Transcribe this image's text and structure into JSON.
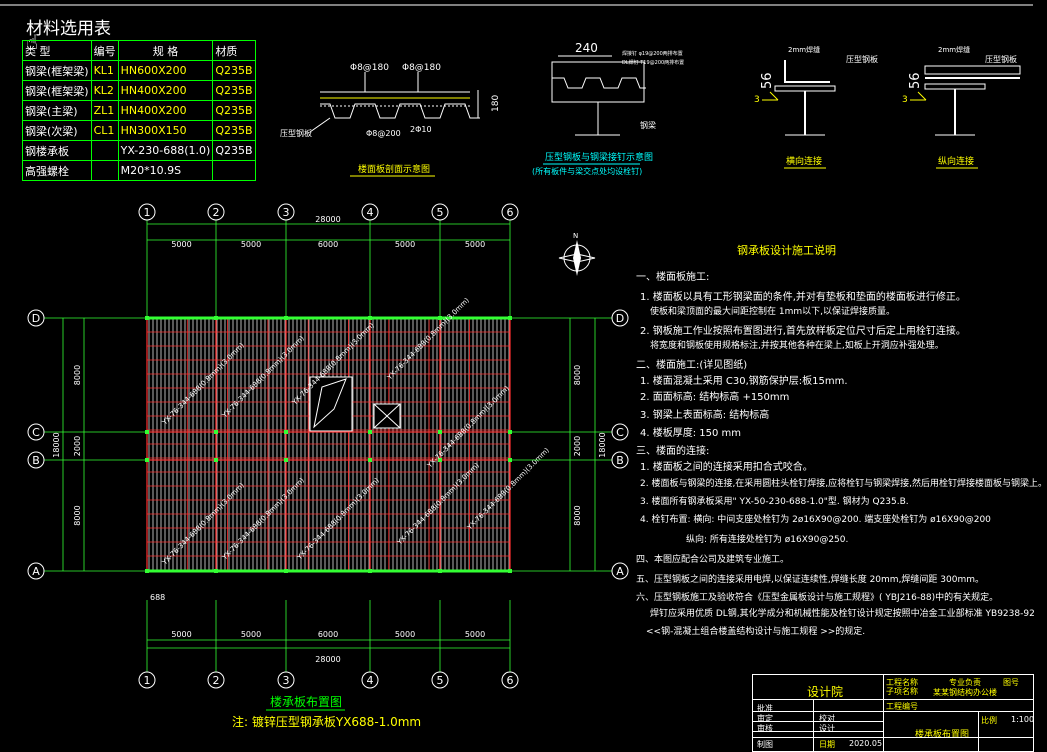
{
  "material_table": {
    "title": "材料选用表",
    "headers": [
      "类 型",
      "编号",
      "规 格",
      "材质"
    ],
    "rows": [
      {
        "type": "钢梁(框架梁)",
        "code": "KL1",
        "spec": "HN600X200",
        "material": "Q235B"
      },
      {
        "type": "钢梁(框架梁)",
        "code": "KL2",
        "spec": "HN400X200",
        "material": "Q235B"
      },
      {
        "type": "钢梁(主梁)",
        "code": "ZL1",
        "spec": "HN400X200",
        "material": "Q235B"
      },
      {
        "type": "钢梁(次梁)",
        "code": "CL1",
        "spec": "HN300X150",
        "material": "Q235B"
      },
      {
        "type": "钢楼承板",
        "code": "",
        "spec": "YX-230-688(1.0)",
        "material": "Q235B"
      },
      {
        "type": "高强螺栓",
        "code": "",
        "spec": "M20*10.9S",
        "material": ""
      }
    ]
  },
  "details": {
    "d1": {
      "rebar1": "Φ8@180",
      "rebar2": "Φ8@180",
      "deck_label": "压型钢板",
      "bottom": "Φ8@200",
      "bottom2": "2Φ10",
      "height": "180",
      "caption": "楼面板剖面示意图"
    },
    "d2": {
      "width": "240",
      "note1": "焊接钉 φ19@200两排布置",
      "note2": "DL焊钉 T19@200两排布置",
      "deck": "钢梁",
      "caption": "压型钢板与钢梁接钉示意图",
      "caption2": "(所有板件与梁交点处均设栓钉)"
    },
    "d3": {
      "weld": "2mm焊缝",
      "deck": "压型钢板",
      "dim1": "56",
      "dim2": "3",
      "caption": "横向连接"
    },
    "d4": {
      "weld": "2mm焊缝",
      "deck": "压型钢板",
      "dim1": "56",
      "dim2": "3",
      "caption": "纵向连接"
    }
  },
  "plan": {
    "axes_x": [
      "1",
      "2",
      "3",
      "4",
      "5",
      "6"
    ],
    "axes_y": [
      "D",
      "C",
      "B",
      "A"
    ],
    "dims_x": [
      "5000",
      "5000",
      "6000",
      "5000",
      "5000"
    ],
    "total_x": "28000",
    "dims_y": [
      "8000",
      "2000",
      "8000"
    ],
    "total_y": "18000",
    "edge_dim": "688",
    "deck_label": "YX-76-344-688(0.8mm)(3.0mm)",
    "caption": "楼承板布置图",
    "note": "注: 镀锌压型钢承板YX688-1.0mm"
  },
  "notes": {
    "title": "钢承板设计施工说明",
    "lines": [
      "一、楼面板施工:",
      "1. 楼面板以具有工形钢梁面的条件,并对有垫板和垫面的楼面板进行修正。",
      "使板和梁顶面的最大间距控制在 1mm以下,以保证焊接质量。",
      "2. 钢板施工作业按照布置图进行,首先放样板定位尺寸后定上用栓钉连接。",
      "将宽度和钢板使用规格标注,并按其他各种在梁上,如板上开洞应补强处理。",
      "二、楼面施工:(详见图纸)",
      "1. 楼面混凝土采用 C30,钢筋保护层:板15mm.",
      "2. 面面标高: 结构标高 +150mm",
      "3. 钢梁上表面标高: 结构标高",
      "4. 楼板厚度: 150 mm",
      "三、楼面的连接:",
      "1. 楼面板之间的连接采用扣合式咬合。",
      "2. 楼面板与钢梁的连接,在采用圆柱头栓钉焊接,应将栓钉与钢梁焊接,然后用栓钉焊接楼面板与钢梁上。",
      "3. 楼面所有钢承板采用\" YX-50-230-688-1.0\"型. 钢材为 Q235.B.",
      "4. 栓钉布置: 横向: 中间支座处栓钉为 2ø16X90@200. 端支座处栓钉为 ø16X90@200",
      "纵向: 所有连接处栓钉为 ø16X90@250.",
      "四、本图应配合公司及建筑专业施工。",
      "五、压型钢板之间的连接采用电焊,以保证连续性,焊缝长度 20mm,焊缝间距 300mm。",
      "六、压型钢板施工及验收符合《压型金属板设计与施工规程》( YBJ216-88)中的有关规定。",
      "焊钉应采用优质 DL钢,其化学成分和机械性能及栓钉设计规定按照中冶金工业部标准 YB9238-92",
      "<<钢-混凝土组合楼盖结构设计与施工规程 >>的规定."
    ]
  },
  "titleblock": {
    "company": "设计院",
    "project_label": "工程名称",
    "project": "某某钢结构办公楼",
    "sub_label": "子项名称",
    "drawing_name": "楼承板布置图",
    "scale_label": "比例",
    "scale": "1:100",
    "rows": [
      "批准",
      "审定",
      "审核",
      "校对",
      "设计",
      "制图"
    ],
    "date_label": "日期",
    "date": "2020.05",
    "drawing_no_label": "图号",
    "design_label": "专业负责",
    "stage_label": "工程编号"
  }
}
